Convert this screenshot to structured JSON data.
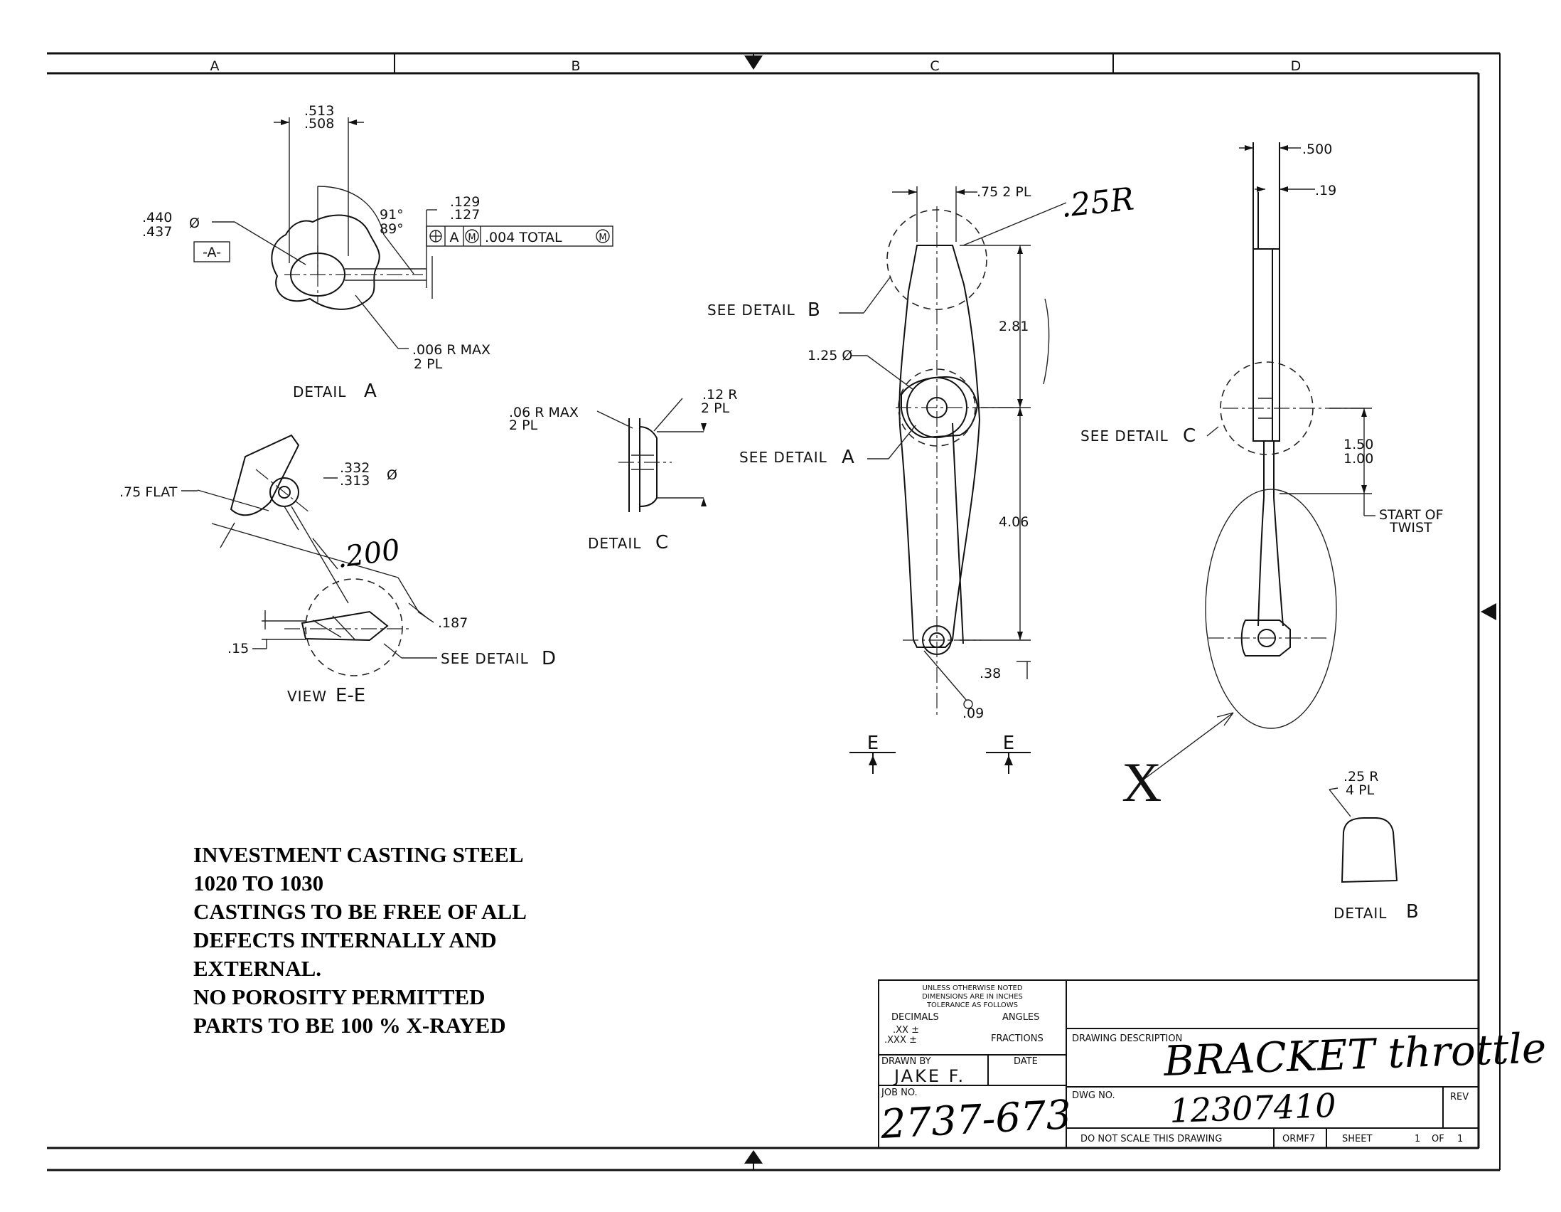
{
  "zones": [
    "A",
    "B",
    "C",
    "D"
  ],
  "detail_a": {
    "title": "DETAIL",
    "letter": "A",
    "width_hi": ".513",
    "width_lo": ".508",
    "dia_hi": ".440",
    "dia_lo": ".437",
    "dia_symbol": "Ø",
    "datum": "-A-",
    "angle_hi": "91°",
    "angle_lo": "89°",
    "key_hi": ".129",
    "key_lo": ".127",
    "fcf_datum": "A",
    "fcf_modifier": "M",
    "fcf_tolerance": ".004 TOTAL",
    "radius": ".006 R MAX",
    "radius_count": "2 PL"
  },
  "detail_c": {
    "title": "DETAIL",
    "letter": "C",
    "radius": ".06 R MAX",
    "radius_count": "2 PL",
    "edge": ".12 R",
    "edge_count": "2 PL"
  },
  "view_e": {
    "title": "VIEW",
    "letter": "E-E",
    "flat": ".75 FLAT",
    "dia_hi": ".332",
    "dia_lo": ".313",
    "dia_symbol": "Ø",
    "handwritten": ".200",
    "dim_187": ".187",
    "dim_15": ".15",
    "see_detail": "SEE DETAIL",
    "see_letter": "D"
  },
  "main_view": {
    "width": ".75 2 PL",
    "handwritten_radius": ".25R",
    "see_detail_b": "SEE DETAIL",
    "letter_b": "B",
    "bore": "1.25 Ø",
    "see_detail_a": "SEE DETAIL",
    "letter_a": "A",
    "dim_281": "2.81",
    "dim_406": "4.06",
    "dim_38": ".38",
    "dim_09": ".09",
    "section_left": "E",
    "section_right": "E"
  },
  "side_view": {
    "thickness": ".500",
    "thin": ".19",
    "see_detail_c": "SEE DETAIL",
    "letter_c": "C",
    "dim_hi": "1.50",
    "dim_lo": "1.00",
    "twist_1": "START OF",
    "twist_2": "TWIST",
    "callout": "X"
  },
  "detail_b": {
    "radius": ".25 R",
    "count": "4 PL",
    "title": "DETAIL",
    "letter": "B"
  },
  "notes": [
    "INVESTMENT CASTING STEEL",
    "1020 TO 1030",
    "CASTINGS TO BE FREE OF ALL",
    "DEFECTS INTERNALLY AND",
    "EXTERNAL.",
    "NO POROSITY PERMITTED",
    "PARTS TO BE 100 % X-RAYED"
  ],
  "title_block": {
    "tol_1": "UNLESS OTHERWISE NOTED",
    "tol_2": "DIMENSIONS ARE IN INCHES",
    "tol_3": "TOLERANCE AS FOLLOWS",
    "decimals": "DECIMALS",
    "angles": "ANGLES",
    "xx": ".XX ±",
    "xxx": ".XXX ±",
    "fractions": "FRACTIONS",
    "drawn_by_label": "DRAWN BY",
    "date_label": "DATE",
    "drawn_by": "JAKE F.",
    "job_no_label": "JOB NO.",
    "job_no": "2737-673",
    "desc_label": "DRAWING DESCRIPTION",
    "description": "BRACKET throttle",
    "dwg_no_label": "DWG NO.",
    "dwg_no": "12307410",
    "rev_label": "REV",
    "do_not_scale": "DO NOT SCALE THIS DRAWING",
    "form": "ORMF7",
    "sheet_label": "SHEET",
    "sheet": "1",
    "of_label": "OF",
    "of": "1"
  }
}
